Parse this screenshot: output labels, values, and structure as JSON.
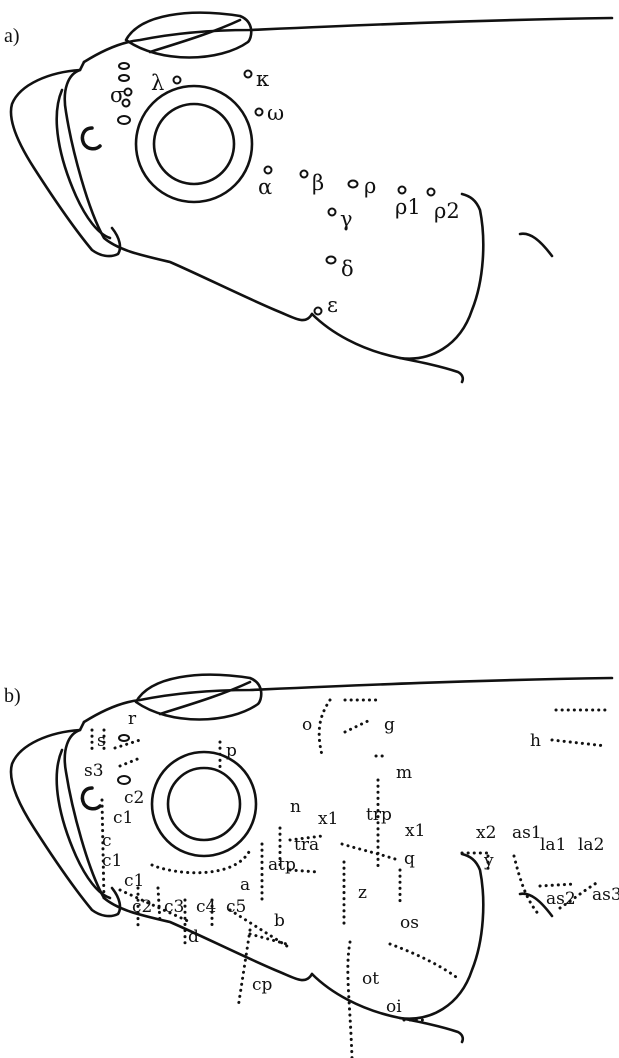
{
  "panel_a": {
    "label": "a)",
    "pores": [
      "σ",
      "λ",
      "κ",
      "ω",
      "α",
      "β",
      "ρ",
      "γ",
      "ρ1",
      "ρ2",
      "δ",
      "ε"
    ]
  },
  "panel_b": {
    "label": "b)",
    "lines": [
      "r",
      "s",
      "s3",
      "c2",
      "c1",
      "c",
      "c1",
      "c1",
      "c2",
      "c3",
      "c4",
      "c5",
      "d",
      "p",
      "a",
      "atp",
      "tra",
      "n",
      "b",
      "cp",
      "o",
      "g",
      "m",
      "trp",
      "x1",
      "x1",
      "q",
      "z",
      "os",
      "ot",
      "oi",
      "x2",
      "y",
      "as1",
      "la1",
      "la2",
      "as2",
      "as3",
      "h"
    ]
  }
}
